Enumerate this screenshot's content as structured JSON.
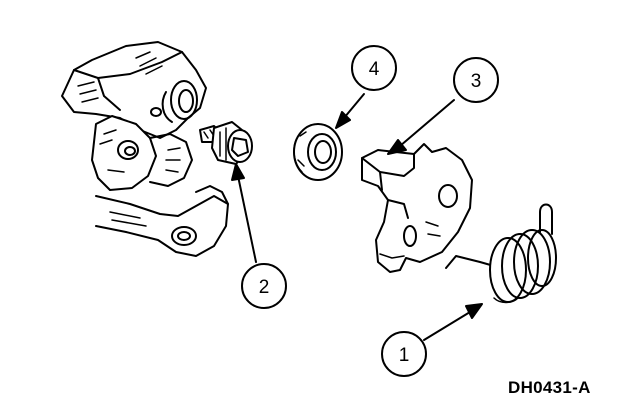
{
  "figure_id": "DH0431-A",
  "callouts": [
    {
      "label": "1",
      "part": "spring"
    },
    {
      "label": "2",
      "part": "bolt"
    },
    {
      "label": "3",
      "part": "bracket"
    },
    {
      "label": "4",
      "part": "bushing"
    }
  ],
  "colors": {
    "line": "#000000",
    "background": "#ffffff"
  }
}
